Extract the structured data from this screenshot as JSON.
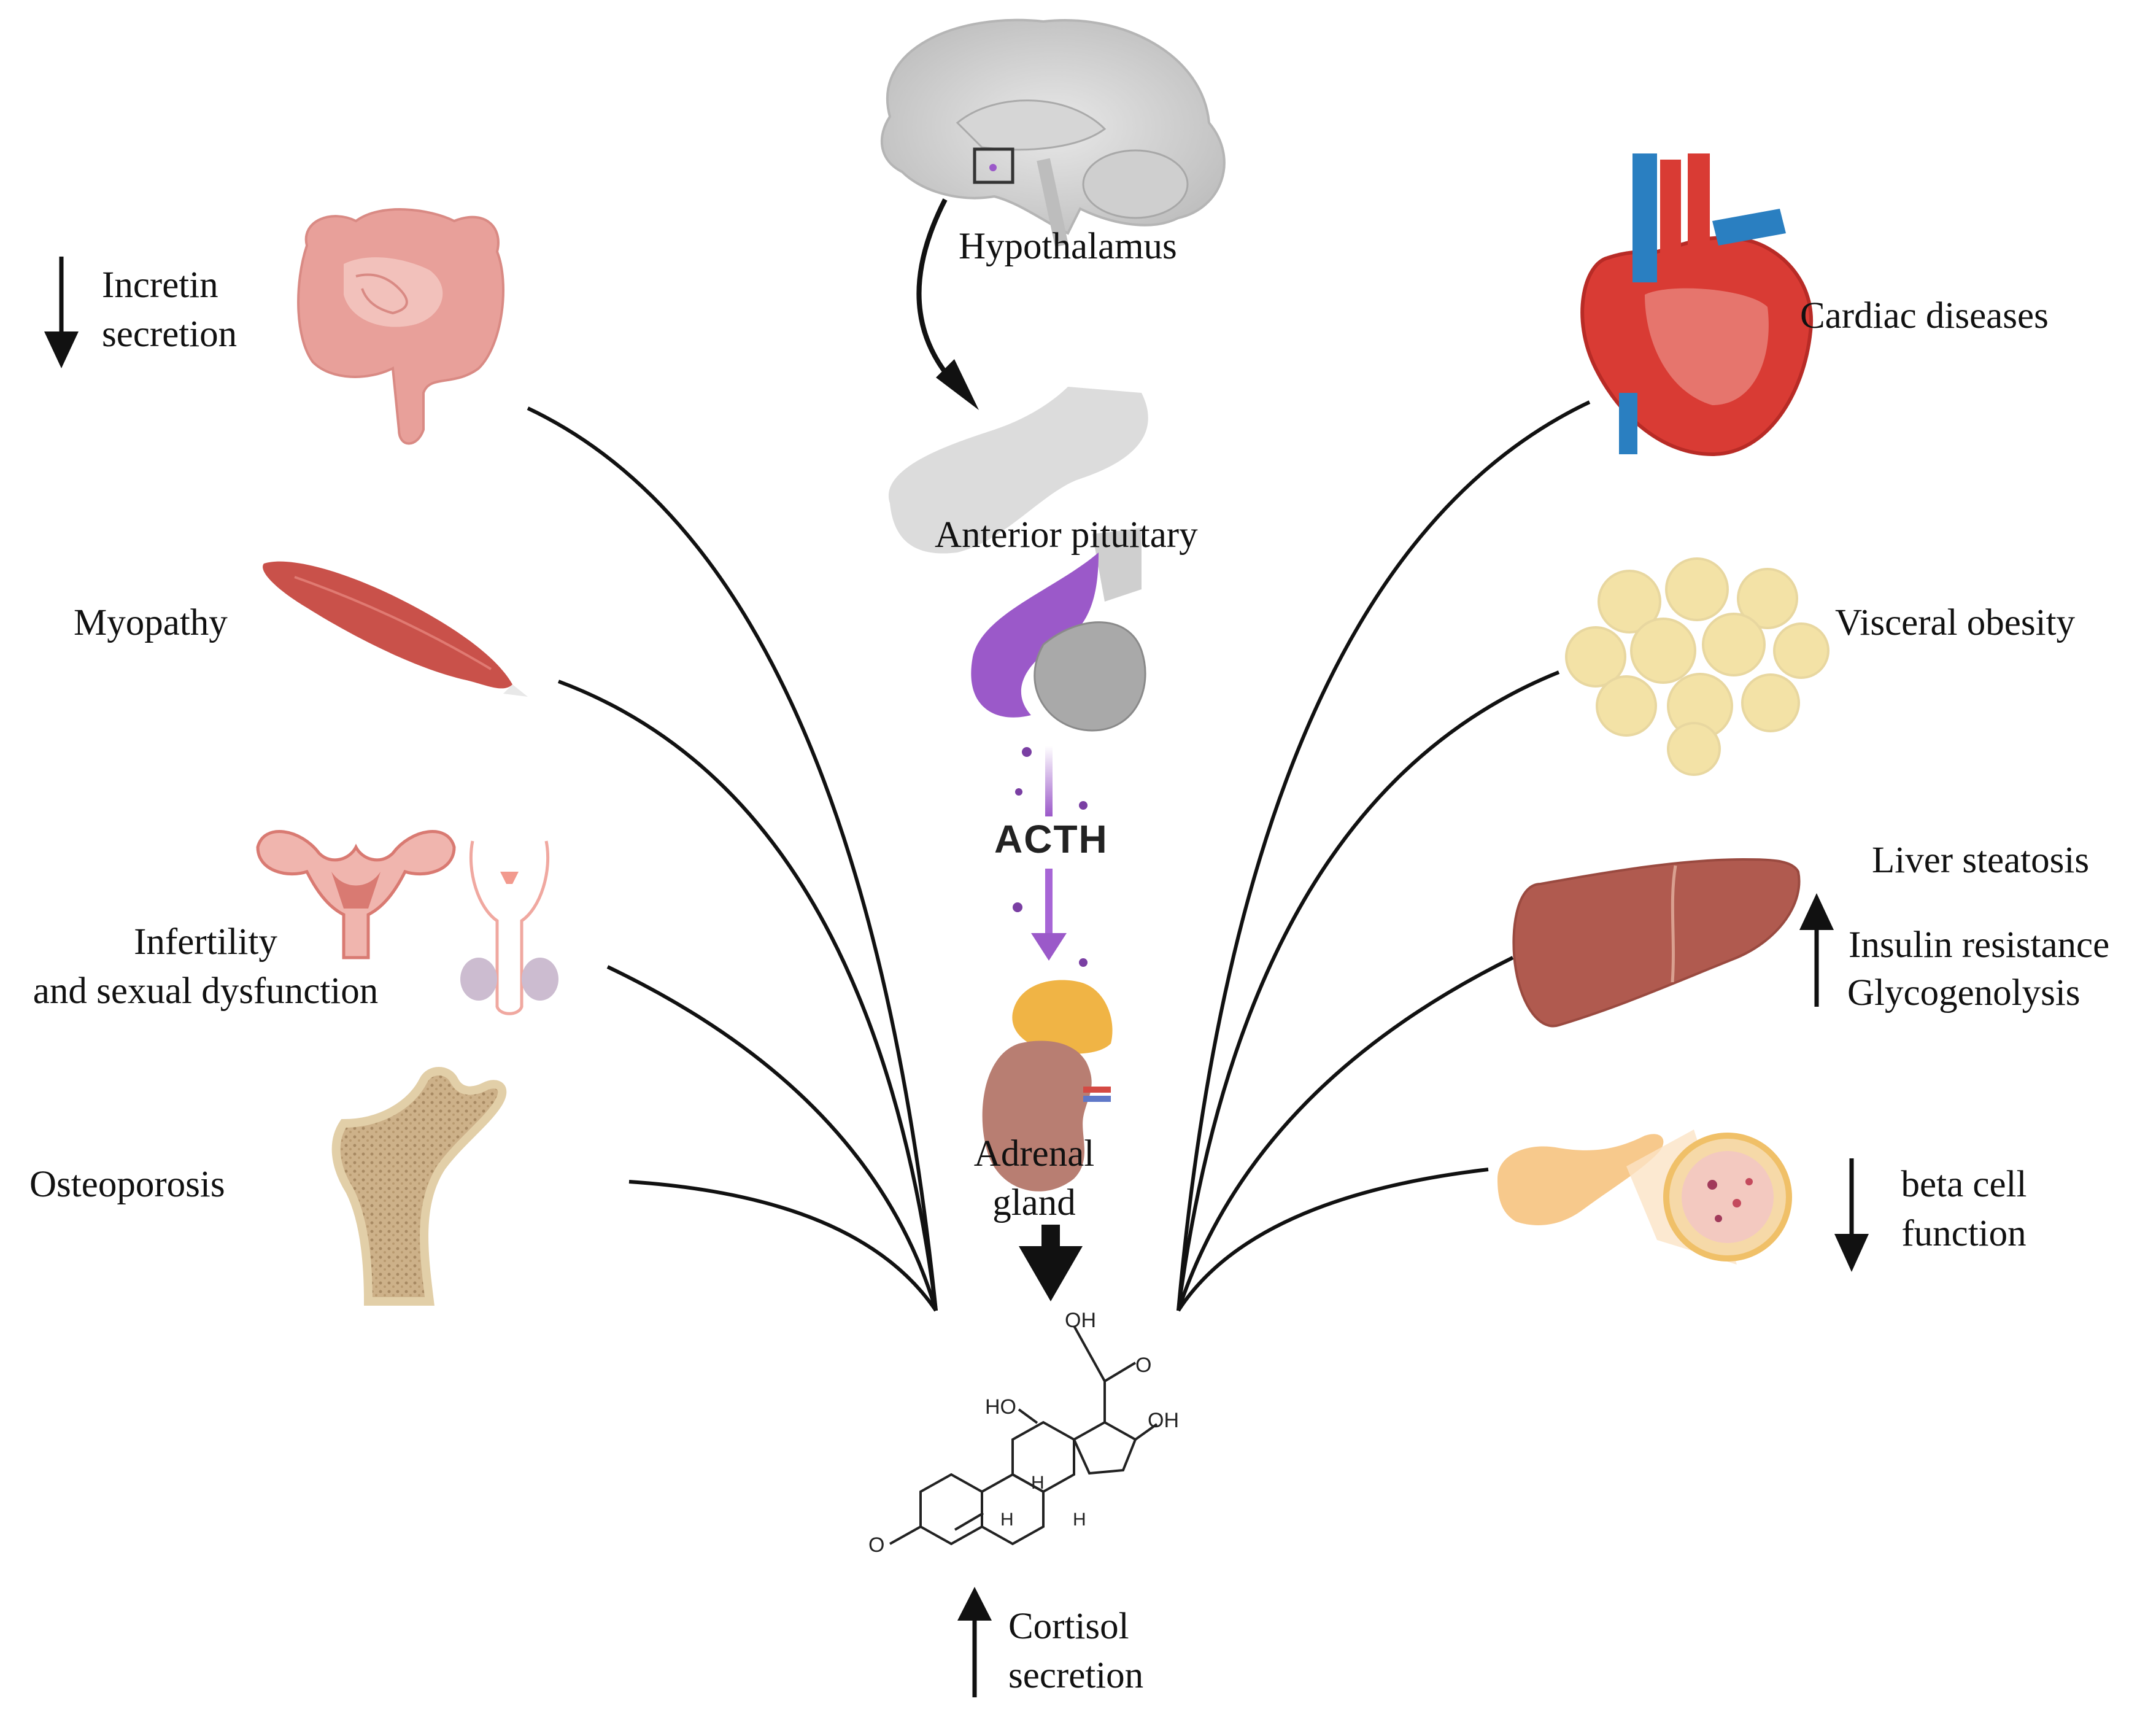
{
  "labels": {
    "hypothalamus": "Hypothalamus",
    "anterior_pituitary": "Anterior pituitary",
    "acth": "ACTH",
    "adrenal_line1": "Adrenal",
    "adrenal_line2": "gland",
    "cortisol_line1": "Cortisol",
    "cortisol_line2": "secretion",
    "incretin_line1": "Incretin",
    "incretin_line2": "secretion",
    "myopathy": "Myopathy",
    "infertility_line1": "Infertility",
    "infertility_line2": "and sexual dysfunction",
    "osteoporosis": "Osteoporosis",
    "cardiac": "Cardiac diseases",
    "visceral": "Visceral obesity",
    "liver": "Liver steatosis",
    "insulin": "Insulin resistance",
    "glyco": "Glycogenolysis",
    "beta_line1": "beta cell",
    "beta_line2": "function",
    "molecule_oh_top": "OH",
    "molecule_ho": "HO",
    "molecule_oh_right": "OH",
    "molecule_o_ketone": "O",
    "molecule_o_ring": "O",
    "molecule_h": "H"
  },
  "effects": {
    "incretin": "decrease",
    "cortisol": "increase",
    "insulin_glyco": "increase",
    "beta_cell": "decrease"
  },
  "colors": {
    "line": "#111111",
    "acth_purple": "#9b59c9",
    "gut": "#e8a09a",
    "muscle": "#c9514a",
    "heart_red": "#d93b34",
    "heart_blue": "#2a7fc1",
    "fat": "#f3e2a6",
    "liver": "#b05a4f",
    "bone": "#d8c09a",
    "kidney": "#b87e72",
    "adrenal": "#f0b445",
    "pancreas": "#f7c98c"
  }
}
